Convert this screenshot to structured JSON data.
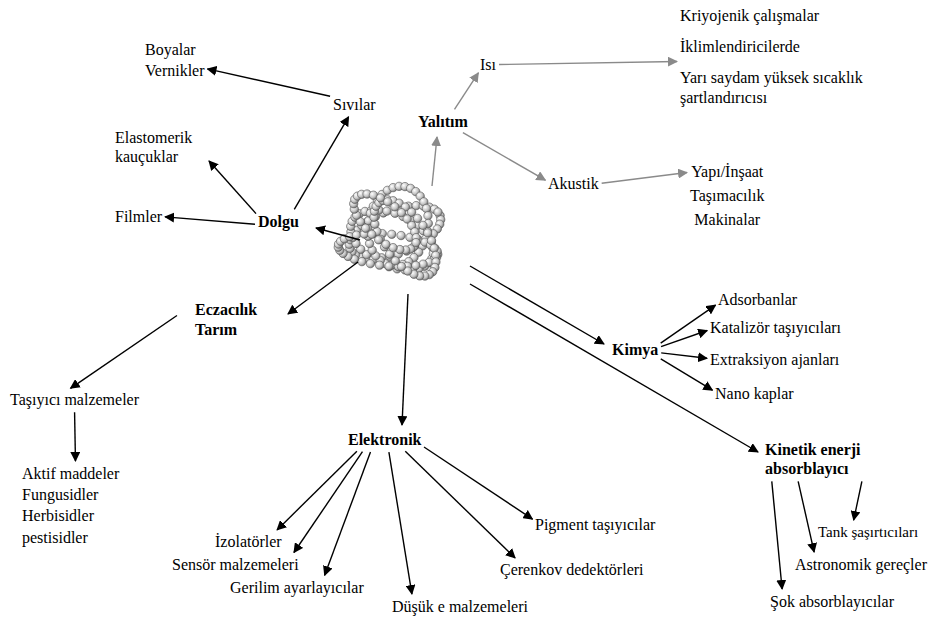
{
  "diagram": {
    "nodes": [
      {
        "text": [
          "Kriyojenik çalışmalar",
          "İklimlendiricilerde",
          "Yarı saydam yüksek sıcaklık şartlandırıcısı"
        ]
      },
      {
        "text": [
          "Boyalar",
          "Vernikler"
        ]
      },
      {
        "text": [
          "Isı"
        ]
      },
      {
        "text": [
          "Sıvılar"
        ]
      },
      {
        "text": [
          "Elastomerik kauçuklar"
        ]
      },
      {
        "text": [
          "Yalıtım"
        ]
      },
      {
        "text": [
          "Akustik"
        ]
      },
      {
        "text": [
          "Yapı/İnşaat",
          "Taşımacılık",
          "Makinalar"
        ]
      },
      {
        "text": [
          "Filmler"
        ]
      },
      {
        "text": [
          "Dolgu"
        ]
      },
      {
        "text": [
          "Eczacılık",
          "Tarım"
        ]
      },
      {
        "text": [
          "Adsorbanlar"
        ]
      },
      {
        "text": [
          "Katalizör taşıyıcıları"
        ]
      },
      {
        "text": [
          "Kimya"
        ]
      },
      {
        "text": [
          "Extraksiyon ajanları"
        ]
      },
      {
        "text": [
          "Nano kaplar"
        ]
      },
      {
        "text": [
          "Taşıyıcı malzemeler"
        ]
      },
      {
        "text": [
          "Elektronik"
        ]
      },
      {
        "text": [
          "Kinetik enerji absorblayıcı"
        ]
      },
      {
        "text": [
          "Aktif maddeler",
          "Fungusidler",
          "Herbisidler",
          "pestisidler"
        ]
      },
      {
        "text": [
          "Pigment taşıyıcılar"
        ]
      },
      {
        "text": [
          "Tank şaşırtıcıları"
        ]
      },
      {
        "text": [
          "İzolatörler"
        ]
      },
      {
        "text": [
          "Çerenkov dedektörleri"
        ]
      },
      {
        "text": [
          "Astronomik gereçler"
        ]
      },
      {
        "text": [
          "Sensör malzemeleri"
        ]
      },
      {
        "text": [
          "Gerilim ayarlayıcılar"
        ]
      },
      {
        "text": [
          "Düşük e malzemeleri"
        ]
      },
      {
        "text": [
          "Şok absorblayıcılar"
        ]
      }
    ],
    "edges": [
      {
        "from": 2,
        "to": 0,
        "arrow": "to"
      },
      {
        "from": 3,
        "to": 1,
        "arrow": "to"
      },
      {
        "from": 5,
        "to": 2,
        "arrow": "to"
      },
      {
        "from": 5,
        "to": 6,
        "arrow": "to"
      },
      {
        "from": 6,
        "to": 7,
        "arrow": "to"
      },
      {
        "from": 9,
        "to": 3,
        "arrow": "to"
      },
      {
        "from": 9,
        "to": 4,
        "arrow": "to"
      },
      {
        "from": 9,
        "to": 8,
        "arrow": "to"
      },
      {
        "from": 10,
        "to": 16,
        "arrow": "to"
      },
      {
        "from": 16,
        "to": 19,
        "arrow": "to"
      },
      {
        "from": 13,
        "to": 11,
        "arrow": "to"
      },
      {
        "from": 13,
        "to": 12,
        "arrow": "to"
      },
      {
        "from": 13,
        "to": 14,
        "arrow": "to"
      },
      {
        "from": 13,
        "to": 15,
        "arrow": "to"
      },
      {
        "from": 17,
        "to": 22,
        "arrow": "to"
      },
      {
        "from": 17,
        "to": 25,
        "arrow": "to"
      },
      {
        "from": 17,
        "to": 26,
        "arrow": "to"
      },
      {
        "from": 17,
        "to": 27,
        "arrow": "to"
      },
      {
        "from": 17,
        "to": 23,
        "arrow": "to"
      },
      {
        "from": 17,
        "to": 20,
        "arrow": "to"
      },
      {
        "from": 18,
        "to": 21,
        "arrow": "to"
      },
      {
        "from": 18,
        "to": 24,
        "arrow": "to"
      },
      {
        "from": 18,
        "to": 28,
        "arrow": "to"
      }
    ]
  }
}
